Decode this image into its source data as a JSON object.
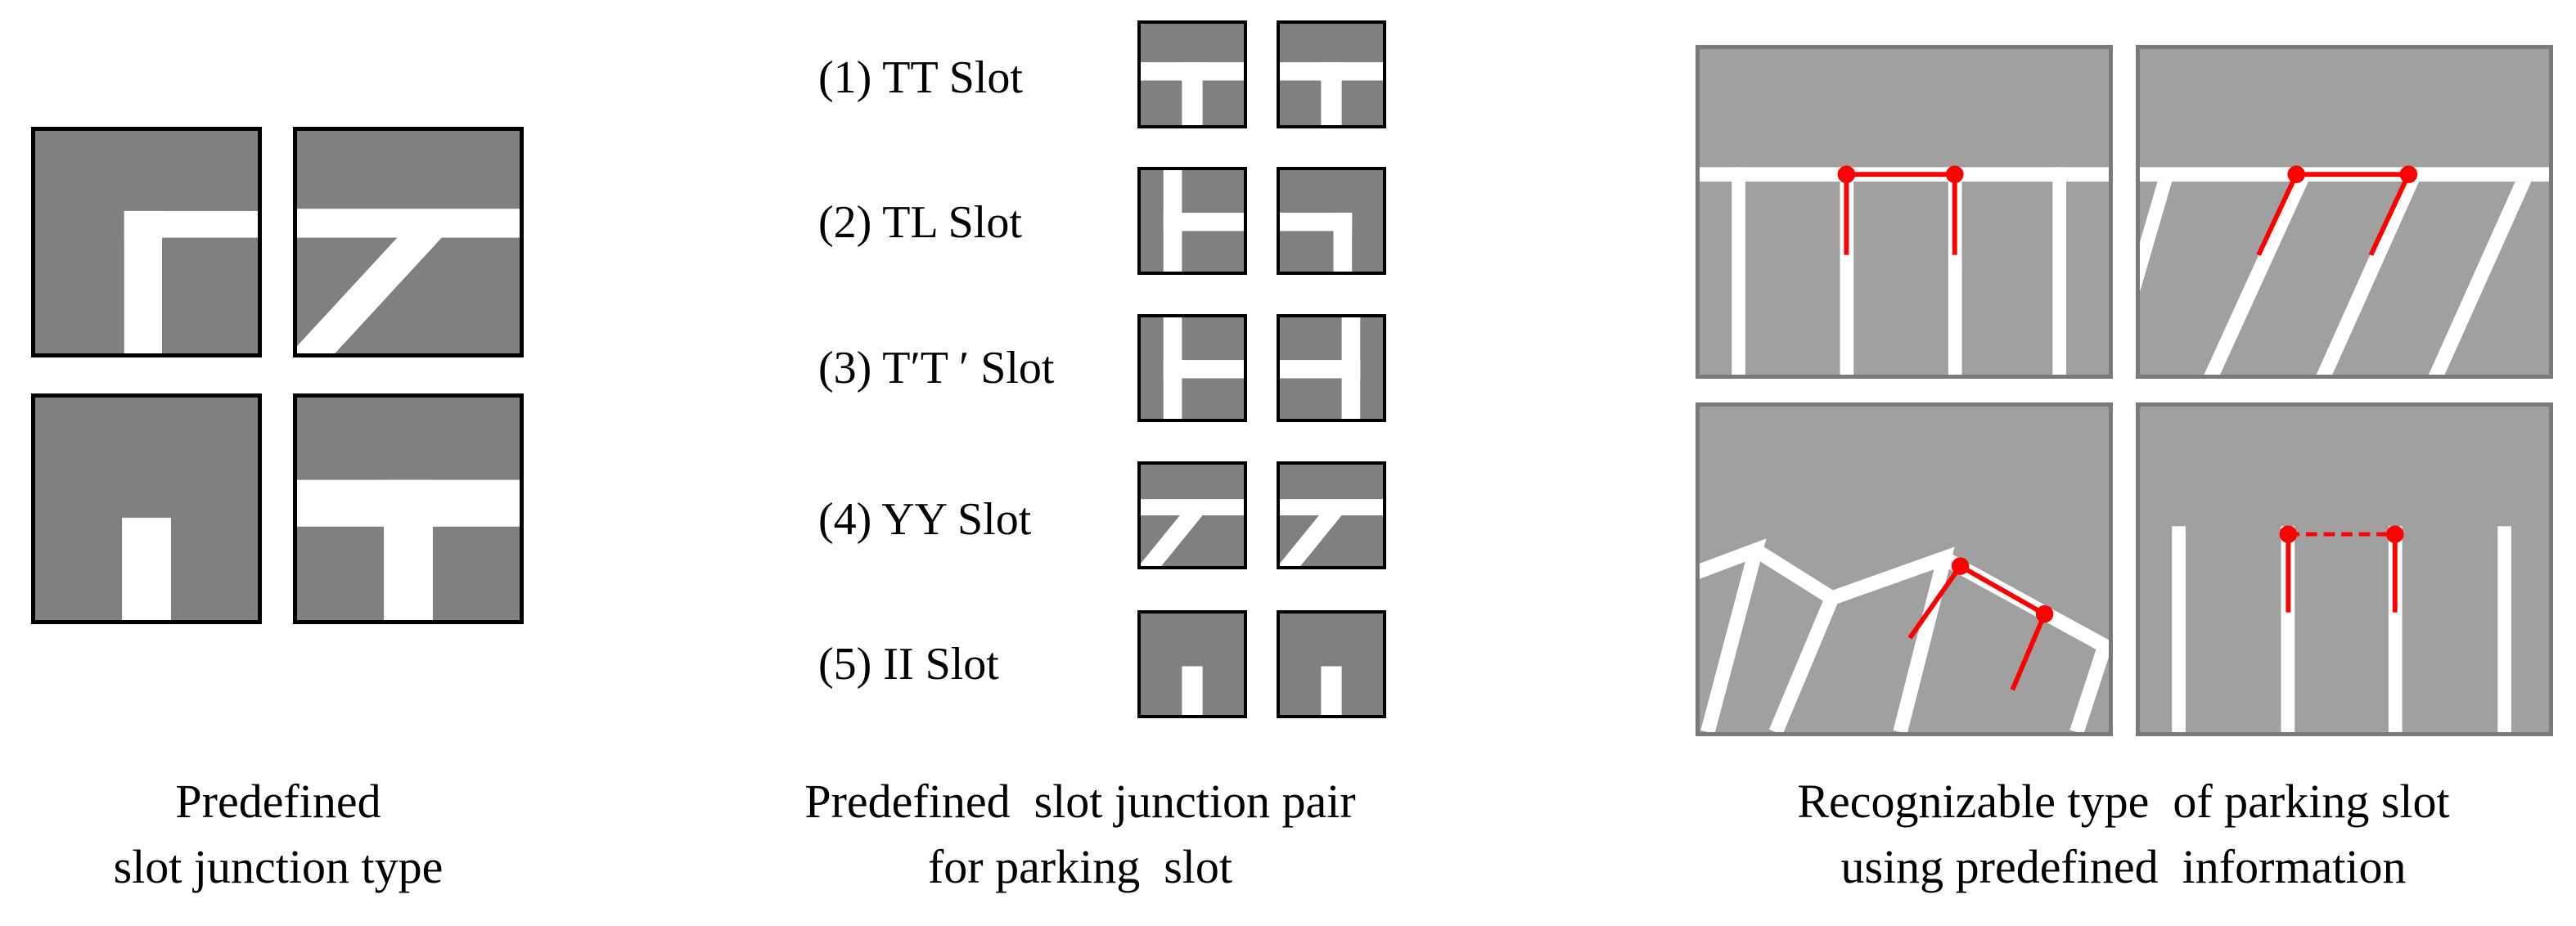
{
  "left_panel": {
    "caption_line1": "Predefined",
    "caption_line2": "slot junction type"
  },
  "middle_panel": {
    "rows": [
      {
        "label": "(1) TT Slot"
      },
      {
        "label": "(2) TL Slot"
      },
      {
        "label": "(3) T′T ′ Slot"
      },
      {
        "label": "(4) YY Slot"
      },
      {
        "label": "(5) II Slot"
      }
    ],
    "caption_line1": "Predefined  slot junction pair",
    "caption_line2": "for parking  slot"
  },
  "right_panel": {
    "caption_line1": "Recognizable type  of parking slot",
    "caption_line2": "using predefined  information"
  },
  "colors": {
    "tile_gray": "#808080",
    "scene_gray": "#a0a0a0",
    "marking_white": "#ffffff",
    "junction_red": "#ff0000",
    "border_black": "#000000"
  }
}
